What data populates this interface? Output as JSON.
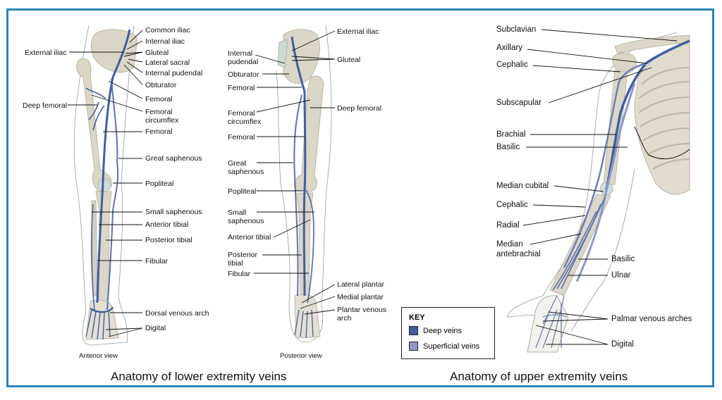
{
  "colors": {
    "border": "#2a86b4",
    "deep_vein": "#3f5fa0",
    "superficial_vein": "#8a98c8",
    "bone": "#dcd6c6",
    "bone_outline": "#bdb6a3",
    "leader_line": "#111111"
  },
  "lower": {
    "title": "Anatomy of lower extremity veins",
    "anterior": {
      "view_label": "Anterior view",
      "labels": {
        "common_iliac": "Common iliac",
        "internal_iliac": "Internal iliac",
        "external_iliac": "External iliac",
        "gluteal": "Gluteal",
        "lateral_sacral": "Lateral sacral",
        "internal_pudendal": "Internal pudendal",
        "obturator": "Obturator",
        "femoral_1": "Femoral",
        "deep_femoral": "Deep femoral",
        "femoral_circumflex": "Femoral circumflex",
        "femoral_2": "Femoral",
        "great_saphenous": "Great saphenous",
        "popliteal": "Popliteal",
        "small_saphenous": "Small saphenous",
        "anterior_tibial": "Anterior tibial",
        "posterior_tibial": "Posterior tibial",
        "fibular": "Fibular",
        "dorsal_venous_arch": "Dorsal venous arch",
        "digital": "Digital"
      }
    },
    "posterior": {
      "view_label": "Posterior view",
      "labels": {
        "external_iliac": "External iliac",
        "internal_pudendal": "Internal pudendal",
        "gluteal": "Gluteal",
        "obturator": "Obturator",
        "femoral_1": "Femoral",
        "deep_femoral": "Deep femoral",
        "femoral_circumflex": "Femoral circumflex",
        "femoral_2": "Femoral",
        "great_saphenous": "Great saphenous",
        "popliteal": "Popliteal",
        "small_saphenous": "Small saphenous",
        "anterior_tibial": "Anterior tibial",
        "posterior_tibial": "Posterior tibial",
        "fibular": "Fibular",
        "lateral_plantar": "Lateral plantar",
        "medial_plantar": "Medial plantar",
        "plantar_venous_arch": "Plantar venous arch"
      }
    }
  },
  "upper": {
    "title": "Anatomy of upper extremity veins",
    "labels": {
      "subclavian": "Subclavian",
      "axillary": "Axillary",
      "cephalic_1": "Cephalic",
      "subscapular": "Subscapular",
      "brachial": "Brachial",
      "basilic_1": "Basilic",
      "median_cubital": "Median cubital",
      "cephalic_2": "Cephalic",
      "radial": "Radial",
      "median_antebrachial": "Median antebrachial",
      "basilic_2": "Basilic",
      "ulnar": "Ulnar",
      "palmar_venous_arches": "Palmar venous arches",
      "digital": "Digital"
    }
  },
  "key": {
    "title": "KEY",
    "items": [
      {
        "label": "Deep veins",
        "color": "#3f5fa0"
      },
      {
        "label": "Superficial veins",
        "color": "#8a98c8"
      }
    ]
  }
}
